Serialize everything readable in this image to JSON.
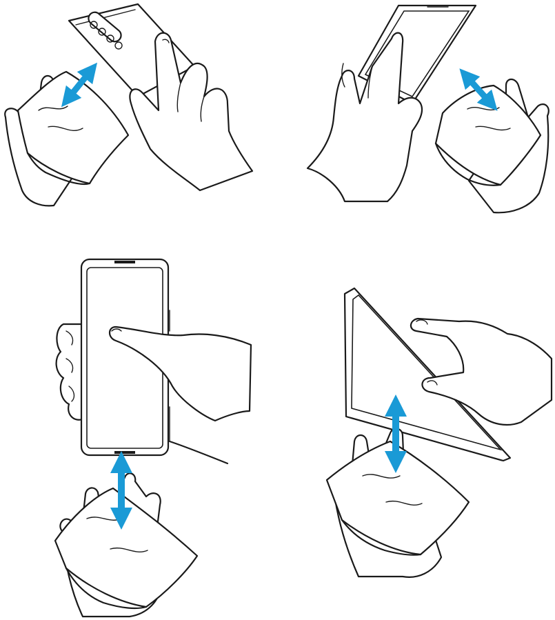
{
  "figure": {
    "panels": [
      {
        "view": "phone-back",
        "wipe_direction": "diagonal"
      },
      {
        "view": "phone-front-angled",
        "wipe_direction": "diagonal"
      },
      {
        "view": "phone-front-upright",
        "wipe_direction": "vertical"
      },
      {
        "view": "phone-front-tilted",
        "wipe_direction": "vertical"
      }
    ],
    "accent_color": "#1a9ad6",
    "line_color": "#1a1a1a",
    "icons": [
      "phone-icon",
      "hand-icon",
      "cloth-icon",
      "double-arrow-icon"
    ]
  }
}
